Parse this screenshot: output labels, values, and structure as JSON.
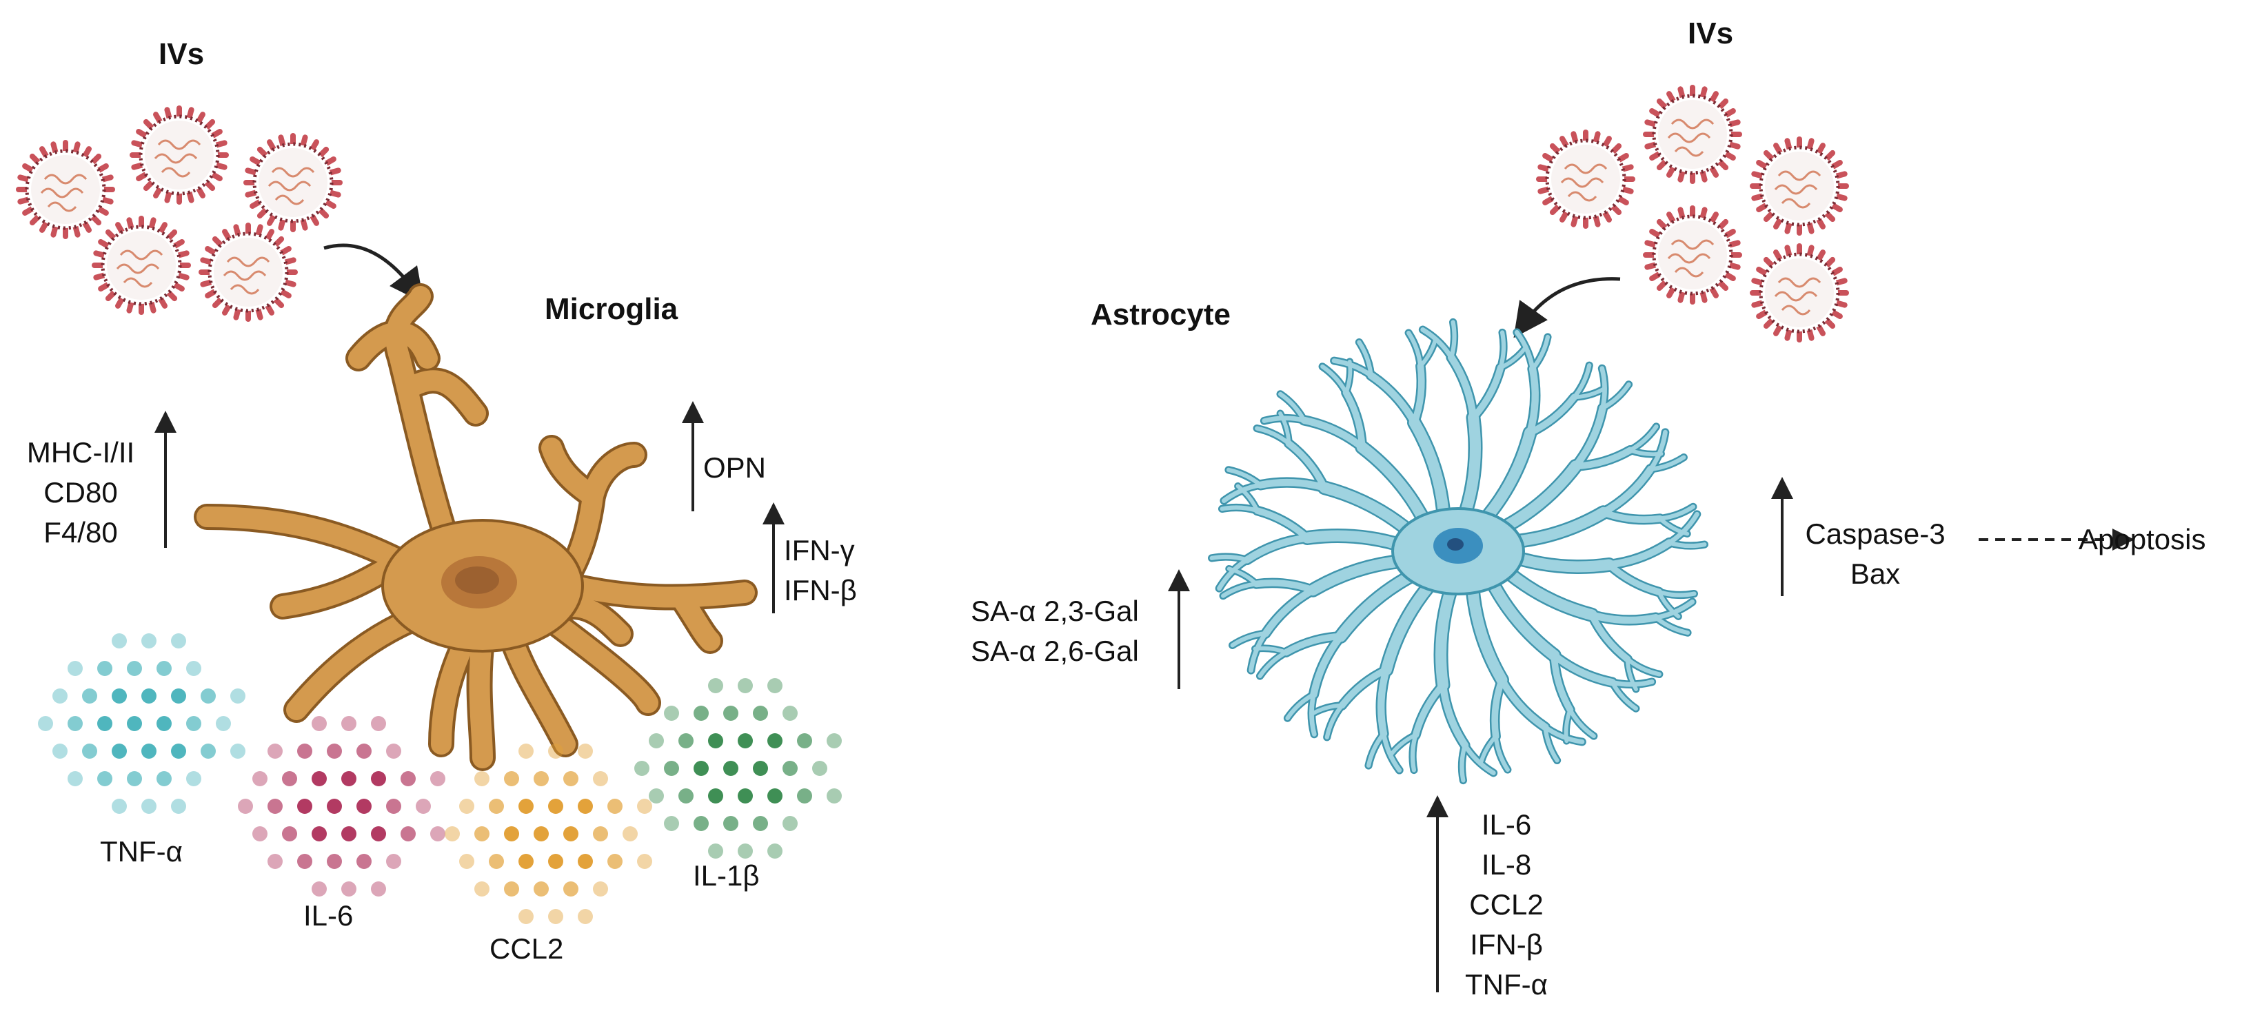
{
  "left_panel": {
    "virus_label": "IVs",
    "cell_label": "Microglia",
    "markers": [
      "MHC-I/II",
      "CD80",
      "F4/80"
    ],
    "opn": "OPN",
    "interferons": [
      "IFN-γ",
      "IFN-β"
    ],
    "cytokines": [
      {
        "label": "TNF-α",
        "color": "#4fb6be"
      },
      {
        "label": "IL-6",
        "color": "#b23a62"
      },
      {
        "label": "CCL2",
        "color": "#e3a23a"
      },
      {
        "label": "IL-1β",
        "color": "#3f8f55"
      }
    ],
    "cell_color": "#d49a4e"
  },
  "right_panel": {
    "virus_label": "IVs",
    "cell_label": "Astrocyte",
    "receptors": [
      "SA-α 2,3-Gal",
      "SA-α 2,6-Gal"
    ],
    "apoptosis_markers": [
      "Caspase-3",
      "Bax"
    ],
    "apoptosis": "Apoptosis",
    "secreted": [
      "IL-6",
      "IL-8",
      "CCL2",
      "IFN-β",
      "TNF-α"
    ],
    "cell_color": "#9fd3e0"
  },
  "virus_colors": {
    "spike": "#c9525a",
    "membrane": "#7a2b34",
    "rna": "#d88a6e"
  }
}
